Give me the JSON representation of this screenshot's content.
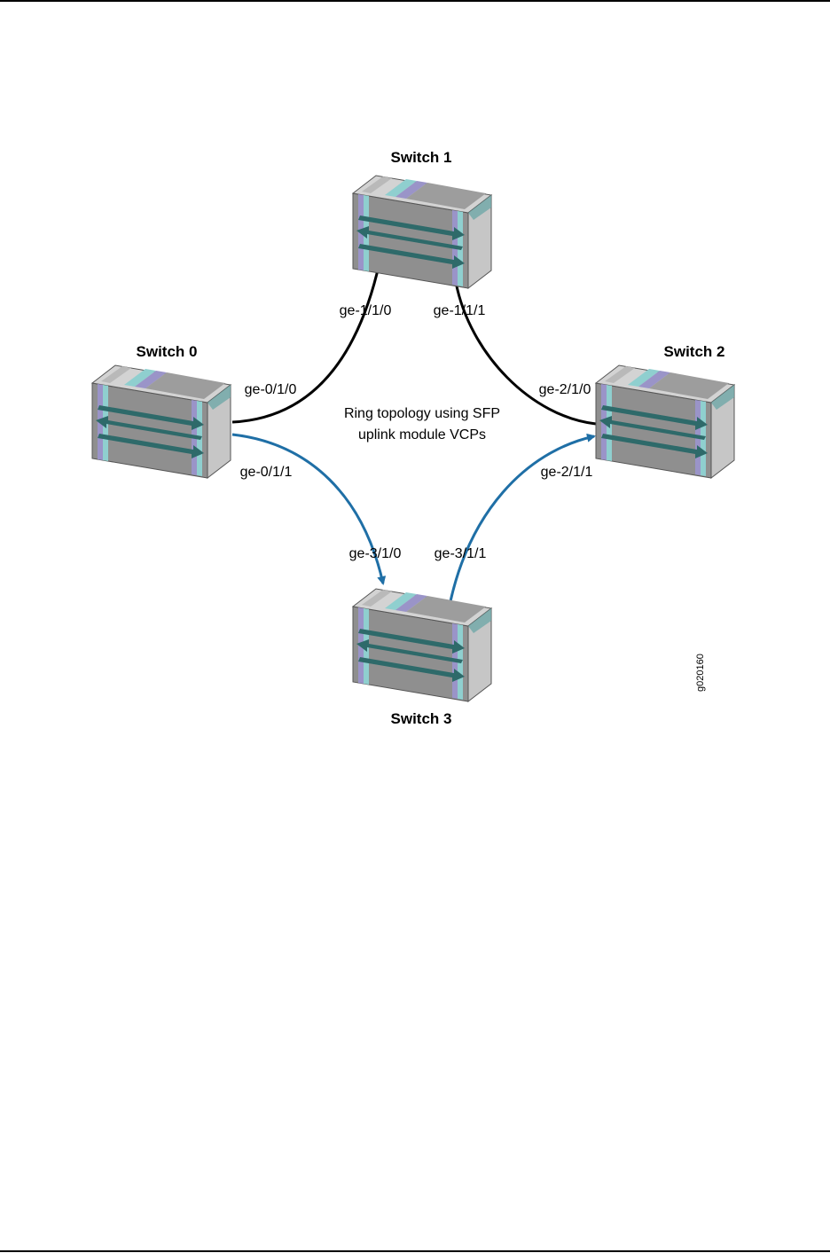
{
  "diagram": {
    "caption_lines": [
      "Ring topology using SFP",
      "uplink module VCPs"
    ],
    "figure_id": "g020160",
    "switches": [
      {
        "id": "switch-0",
        "label": "Switch 0"
      },
      {
        "id": "switch-1",
        "label": "Switch 1"
      },
      {
        "id": "switch-2",
        "label": "Switch 2"
      },
      {
        "id": "switch-3",
        "label": "Switch 3"
      }
    ],
    "links": [
      {
        "from": "Switch 0",
        "to": "Switch 1",
        "from_port": "ge-0/1/0",
        "to_port": "ge-1/1/0",
        "color": "#000000"
      },
      {
        "from": "Switch 1",
        "to": "Switch 2",
        "from_port": "ge-1/1/1",
        "to_port": "ge-2/1/0",
        "color": "#000000"
      },
      {
        "from": "Switch 0",
        "to": "Switch 3",
        "from_port": "ge-0/1/1",
        "to_port": "ge-3/1/0",
        "color": "#1f6fa6"
      },
      {
        "from": "Switch 3",
        "to": "Switch 2",
        "from_port": "ge-3/1/1",
        "to_port": "ge-2/1/1",
        "color": "#1f6fa6"
      }
    ],
    "colors": {
      "switch_front": "#8f8f8f",
      "switch_top": "#d3d3d3",
      "switch_side": "#c6c6c6",
      "stripe_teal": "#8fcfcf",
      "stripe_purple": "#9a94c8",
      "arrow": "#2e6a6a"
    }
  }
}
